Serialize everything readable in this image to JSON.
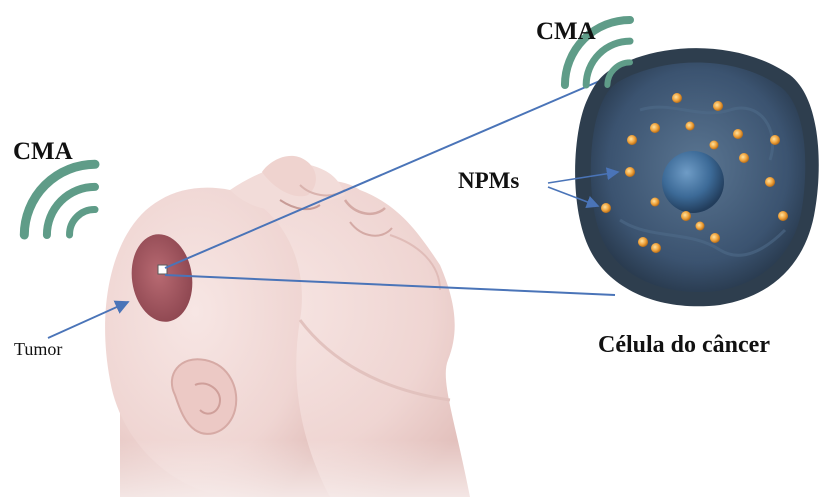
{
  "labels": {
    "cma_left": "CMA",
    "cma_right": "CMA",
    "npms": "NPMs",
    "tumor": "Tumor",
    "cancer_cell": "Célula do câncer"
  },
  "colors": {
    "waves": "#5f9c88",
    "arrow_lines": "#4a74b8",
    "skin": "#f0d7d4",
    "tumor": "#a65a62",
    "cell_membrane": "#2e3e4e",
    "cell_interior": "#3f5a78",
    "nucleus": "#3e6d9a",
    "nanoparticles": "#f0a33c"
  },
  "icons": {
    "wave_emitter": "wireless-signal-icon"
  }
}
